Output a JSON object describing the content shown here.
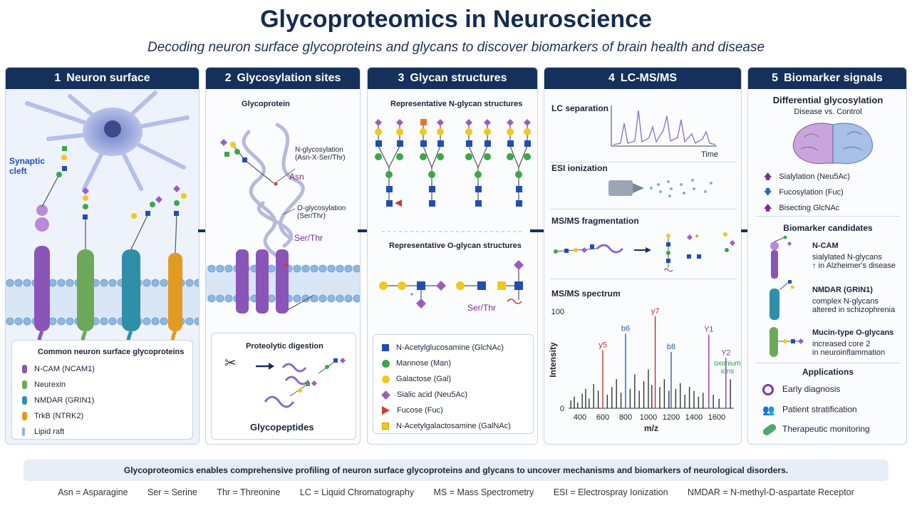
{
  "header": {
    "title": "Glycoproteomics in Neuroscience",
    "subtitle": "Decoding neuron surface glycoproteins and glycans to discover biomarkers of brain health and disease"
  },
  "panels": [
    {
      "num": "1",
      "title": "Neuron surface"
    },
    {
      "num": "2",
      "title": "Glycosylation sites"
    },
    {
      "num": "3",
      "title": "Glycan structures"
    },
    {
      "num": "4",
      "title": "LC-MS/MS"
    },
    {
      "num": "5",
      "title": "Biomarker signals"
    }
  ],
  "panel1": {
    "synaptic_cleft": "Synaptic cleft",
    "legend_title": "Common neuron surface glycoproteins",
    "legend": [
      {
        "label": "N-CAM (NCAM1)",
        "color": "#8a55b8"
      },
      {
        "label": "Neurexin",
        "color": "#6ea85a"
      },
      {
        "label": "NMDAR (GRIN1)",
        "color": "#2f8fa8"
      },
      {
        "label": "TrkB (NTRK2)",
        "color": "#e19a22"
      },
      {
        "label": "Lipid raft",
        "color": "#8fb8e0"
      }
    ]
  },
  "panel2": {
    "glycoprotein": "Glycoprotein",
    "n_glyc_1": "N-glycosylation",
    "n_glyc_2": "(Asn-X-Ser/Thr)",
    "asn": "Asn",
    "o_glyc_1": "O-glycosylation",
    "o_glyc_2": "(Ser/Thr)",
    "ser_thr": "Ser/Thr",
    "digest_title": "Proteolytic digestion",
    "glycopeptides": "Glycopeptides"
  },
  "panel3": {
    "n_title": "Representative N-glycan structures",
    "o_title": "Representative O-glycan structures",
    "ser_thr": "Ser/Thr",
    "legend": [
      {
        "label": "N-Acetylglucosamine (GlcNAc)",
        "color": "#1f4fb0",
        "shape": "square"
      },
      {
        "label": "Mannose (Man)",
        "color": "#3aa84a",
        "shape": "circle"
      },
      {
        "label": "Galactose (Gal)",
        "color": "#f2c81e",
        "shape": "circle"
      },
      {
        "label": "Sialic acid (Neu5Ac)",
        "color": "#9b5cc2",
        "shape": "diamond"
      },
      {
        "label": "Fucose (Fuc)",
        "color": "#d23a2a",
        "shape": "triangle"
      },
      {
        "label": "N-Acetylgalactosamine (GalNAc)",
        "color": "#f2c81e",
        "shape": "square"
      }
    ]
  },
  "panel4": {
    "lc": "LC separation",
    "time": "Time",
    "esi": "ESI ionization",
    "msms_frag": "MS/MS fragmentation",
    "msms_spec": "MS/MS spectrum",
    "ylabel": "Intensity",
    "xlabel": "m/z",
    "oxonium_1": "oxonium",
    "oxonium_2": "ions"
  },
  "chart_data": {
    "type": "bar",
    "title": "MS/MS spectrum",
    "xlabel": "m/z",
    "ylabel": "Intensity",
    "xlim": [
      300,
      1750
    ],
    "ylim": [
      0,
      100
    ],
    "x_ticks": [
      400,
      600,
      800,
      1000,
      1200,
      1400,
      1600
    ],
    "y_ticks": [
      0,
      100
    ],
    "annotated_peaks": [
      {
        "label": "y5",
        "x": 600,
        "y": 60
      },
      {
        "label": "b6",
        "x": 800,
        "y": 77
      },
      {
        "label": "y7",
        "x": 1060,
        "y": 95
      },
      {
        "label": "b8",
        "x": 1200,
        "y": 58
      },
      {
        "label": "Y1",
        "x": 1530,
        "y": 76
      },
      {
        "label": "Y2",
        "x": 1680,
        "y": 52
      }
    ],
    "series": [
      {
        "name": "",
        "x": [
          320,
          350,
          380,
          420,
          450,
          480,
          520,
          560,
          600,
          640,
          680,
          720,
          760,
          800,
          840,
          880,
          920,
          960,
          1000,
          1030,
          1060,
          1100,
          1140,
          1180,
          1200,
          1240,
          1280,
          1320,
          1360,
          1400,
          1440,
          1480,
          1530,
          1570,
          1620,
          1680,
          1720
        ],
        "values": [
          8,
          12,
          6,
          15,
          20,
          10,
          25,
          18,
          60,
          14,
          22,
          30,
          16,
          77,
          20,
          35,
          18,
          28,
          40,
          24,
          95,
          22,
          30,
          18,
          58,
          20,
          26,
          14,
          22,
          18,
          12,
          16,
          76,
          14,
          10,
          52,
          30
        ]
      }
    ]
  },
  "panel5": {
    "diff_title": "Differential glycosylation",
    "diff_sub": "Disease vs. Control",
    "changes": [
      {
        "label": "Sialylation (Neu5Ac)",
        "dir": "up"
      },
      {
        "label": "Fucosylation (Fuc)",
        "dir": "down"
      },
      {
        "label": "Bisecting GlcNAc",
        "dir": "up"
      }
    ],
    "cand_title": "Biomarker candidates",
    "candidates": [
      {
        "name": "N-CAM",
        "d1": "sialylated N-glycans",
        "d2": "↑ in Alzheimer's disease"
      },
      {
        "name": "NMDAR (GRIN1)",
        "d1": "complex N-glycans",
        "d2": "altered in schizophrenia"
      },
      {
        "name": "Mucin-type O-glycans",
        "d1": "increased core 2",
        "d2": "in neuroinflammation"
      }
    ],
    "apps_title": "Applications",
    "apps": [
      {
        "label": "Early diagnosis",
        "icon": "magnifier-icon"
      },
      {
        "label": "Patient stratification",
        "icon": "people-icon"
      },
      {
        "label": "Therapeutic monitoring",
        "icon": "pill-icon"
      }
    ]
  },
  "footer": {
    "summary": "Glycoproteomics enables comprehensive profiling of neuron surface glycoproteins and glycans to uncover mechanisms and biomarkers of neurological disorders.",
    "abbreviations": [
      "Asn = Asparagine",
      "Ser = Serine",
      "Thr = Threonine",
      "LC = Liquid Chromatography",
      "MS = Mass Spectrometry",
      "ESI = Electrospray Ionization",
      "NMDAR = N-methyl-D-aspartate Receptor"
    ]
  },
  "colors": {
    "header_bg": "#15305a",
    "glcnac": "#1f4fb0",
    "man": "#3aa84a",
    "gal": "#f2c81e",
    "neu5ac": "#9b5cc2",
    "fuc": "#d23a2a",
    "peak_red": "#c0302a",
    "peak_blue": "#2a5fb0",
    "peak_purple": "#8a3aa8",
    "oxonium_green": "#2a9a3a"
  }
}
